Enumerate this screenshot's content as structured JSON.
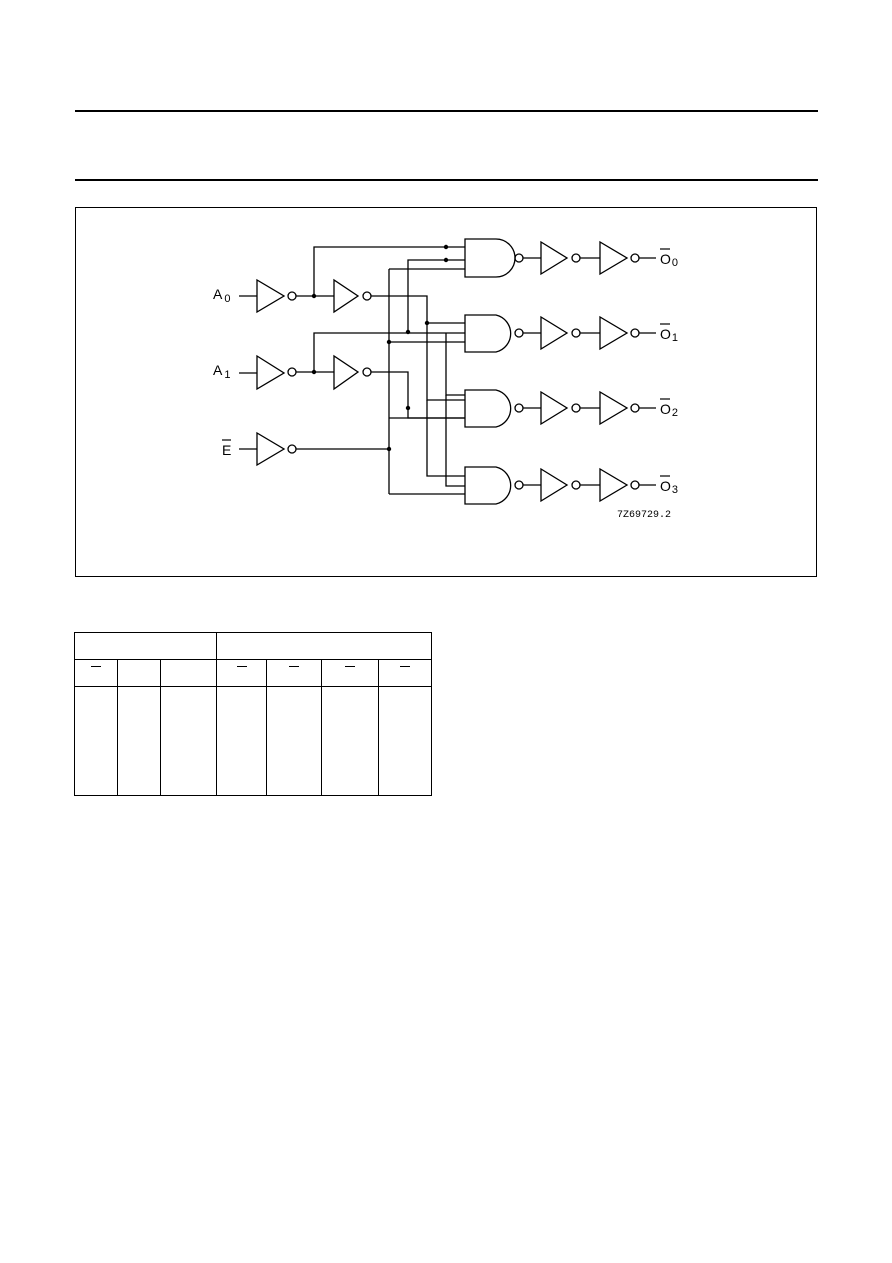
{
  "diagram": {
    "inputs": [
      {
        "letter": "A",
        "sub": "0"
      },
      {
        "letter": "A",
        "sub": "1"
      },
      {
        "letter": "E",
        "sub": "",
        "overbar": true
      }
    ],
    "outputs": [
      {
        "letter": "O",
        "sub": "0",
        "overbar": true
      },
      {
        "letter": "O",
        "sub": "1",
        "overbar": true
      },
      {
        "letter": "O",
        "sub": "2",
        "overbar": true
      },
      {
        "letter": "O",
        "sub": "3",
        "overbar": true
      }
    ],
    "figure_code": "7Z69729.2"
  },
  "truth_table": {
    "header_groups": [
      "",
      ""
    ],
    "columns": [
      "",
      "",
      "",
      "",
      "",
      "",
      ""
    ],
    "column_overbars": [
      true,
      false,
      false,
      true,
      true,
      true,
      true
    ],
    "rows": [
      [
        "",
        "",
        "",
        "",
        "",
        "",
        ""
      ]
    ]
  }
}
